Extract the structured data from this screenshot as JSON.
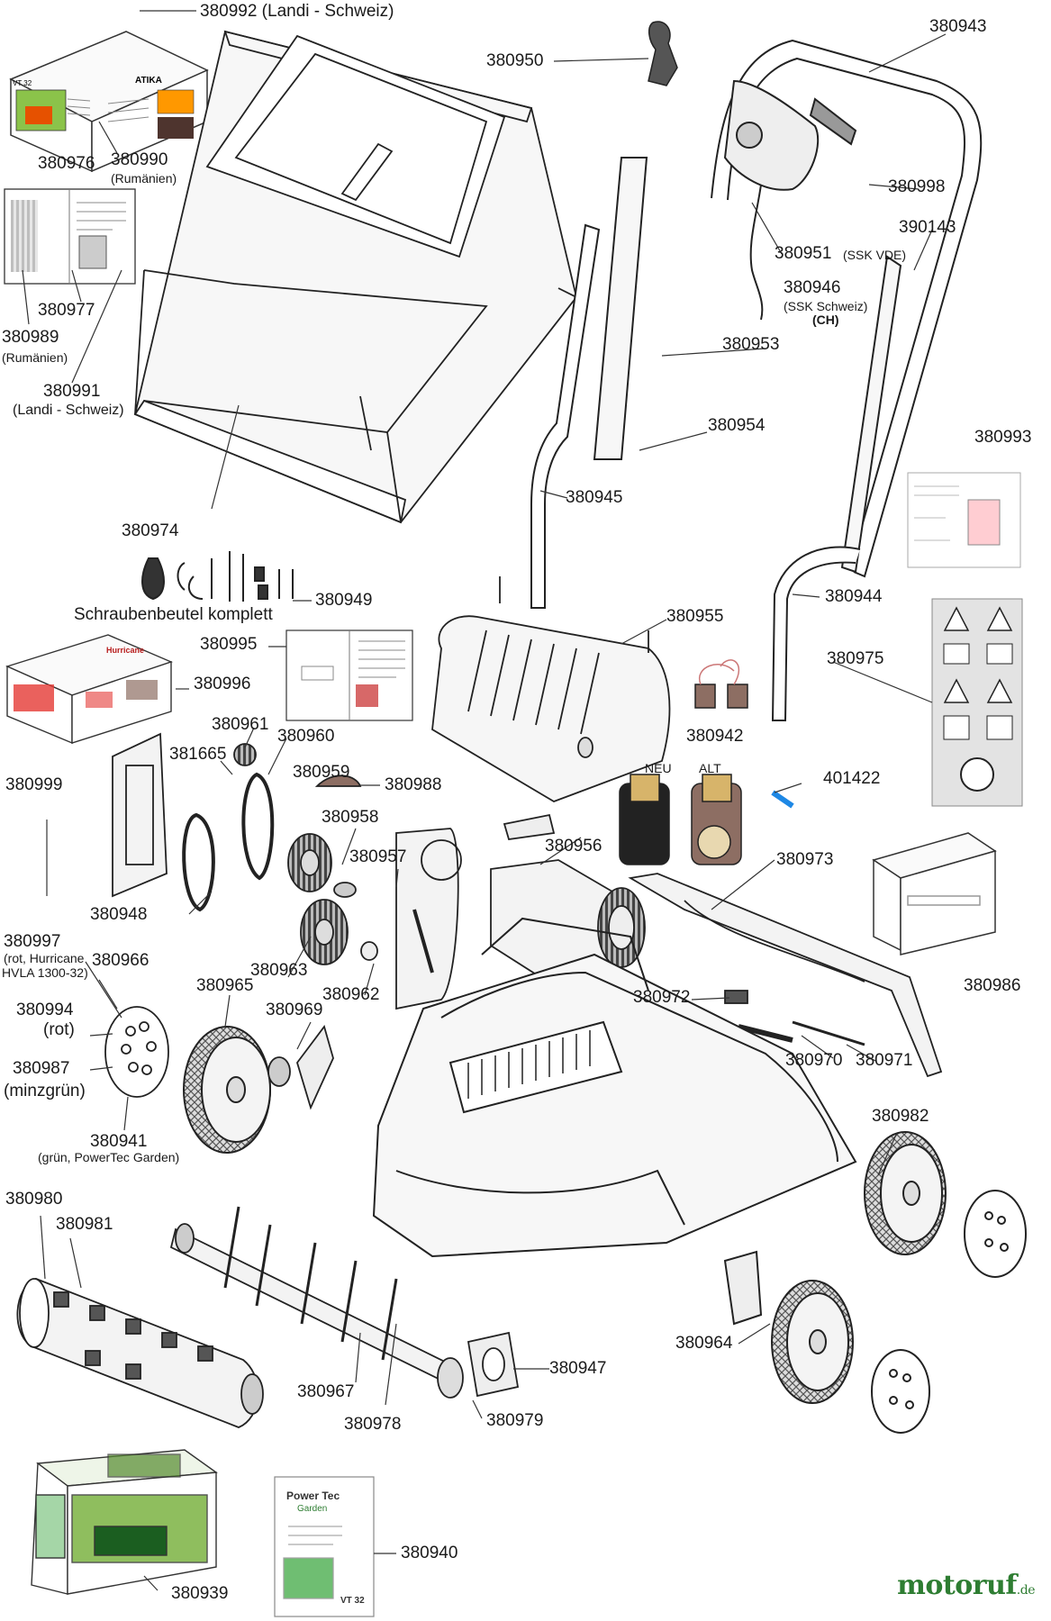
{
  "labels": {
    "p380992": "380992 (Landi - Schweiz)",
    "p380950": "380950",
    "p380943": "380943",
    "p380976": "380976",
    "p380990": "380990",
    "p380990_note": "(Rumänien)",
    "p380998": "380998",
    "p390143": "390143",
    "p380951": "380951",
    "p380951_note": "(SSK VDE)",
    "p380946": "380946",
    "p380946_note1": "(SSK Schweiz)",
    "p380946_note2": "(CH)",
    "p380977": "380977",
    "p380953": "380953",
    "p380989": "380989",
    "p380989_note": "(Rumänien)",
    "p380991": "380991",
    "p380991_note": "(Landi - Schweiz)",
    "p380954": "380954",
    "p380993": "380993",
    "p380945": "380945",
    "p380974": "380974",
    "p380944": "380944",
    "p380949": "380949",
    "screw_bag": "Schraubenbeutel komplett",
    "p380955": "380955",
    "p380995": "380995",
    "p380975": "380975",
    "p380996": "380996",
    "p380961": "380961",
    "p381665": "381665",
    "p380960": "380960",
    "p380942": "380942",
    "p380999": "380999",
    "p380959": "380959",
    "p380988": "380988",
    "neu": "NEU",
    "alt": "ALT",
    "p401422": "401422",
    "p380958": "380958",
    "p380957": "380957",
    "p380956": "380956",
    "p380973": "380973",
    "p380948": "380948",
    "p380997": "380997",
    "p380997_note1": "(rot, Hurricane",
    "p380997_note2": "HVLA 1300-32)",
    "p380966": "380966",
    "p380963": "380963",
    "p380965": "380965",
    "p380986": "380986",
    "p380994": "380994",
    "p380994_note": "(rot)",
    "p380962": "380962",
    "p380969": "380969",
    "p380972": "380972",
    "p380987": "380987",
    "p380987_note": "(minzgrün)",
    "p380970": "380970",
    "p380971": "380971",
    "p380941": "380941",
    "p380941_note": "(grün, PowerTec Garden)",
    "p380982": "380982",
    "p380980": "380980",
    "p380981": "380981",
    "p380964": "380964",
    "p380947": "380947",
    "p380967": "380967",
    "p380979": "380979",
    "p380978": "380978",
    "p380940": "380940",
    "p380939": "380939"
  },
  "box_texts": {
    "atika": "ATIKA",
    "vt32": "VT 32",
    "hurricane": "Hurricane",
    "powertec": "Power Tec",
    "garden": "Garden",
    "model": "VT 32"
  },
  "brand": {
    "main": "motoruf",
    "tld": ".de"
  },
  "colors": {
    "line": "#222222",
    "fill_light": "#f4f4f4",
    "brand_green": "#2e7d32",
    "brand_red": "#c62828",
    "sticker_bg": "#e3e3e3"
  }
}
